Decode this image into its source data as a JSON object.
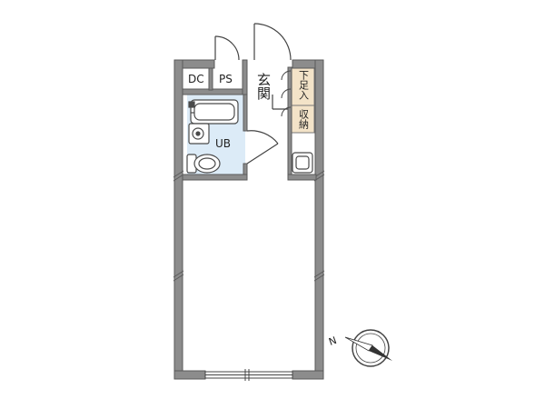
{
  "rooms": {
    "entrance": "玄関",
    "dc": "DC",
    "ps": "PS",
    "unit_bath": "UB",
    "shoe_storage": "下足入",
    "storage": "収納"
  },
  "compass": {
    "north_label": "N"
  },
  "colors": {
    "wall": "#8c8c8c",
    "wall_dark": "#5a5a5a",
    "bath_fill": "#dcebf7",
    "storage_fill": "#f3e3c8",
    "fixture_stroke": "#4a4a4a"
  }
}
